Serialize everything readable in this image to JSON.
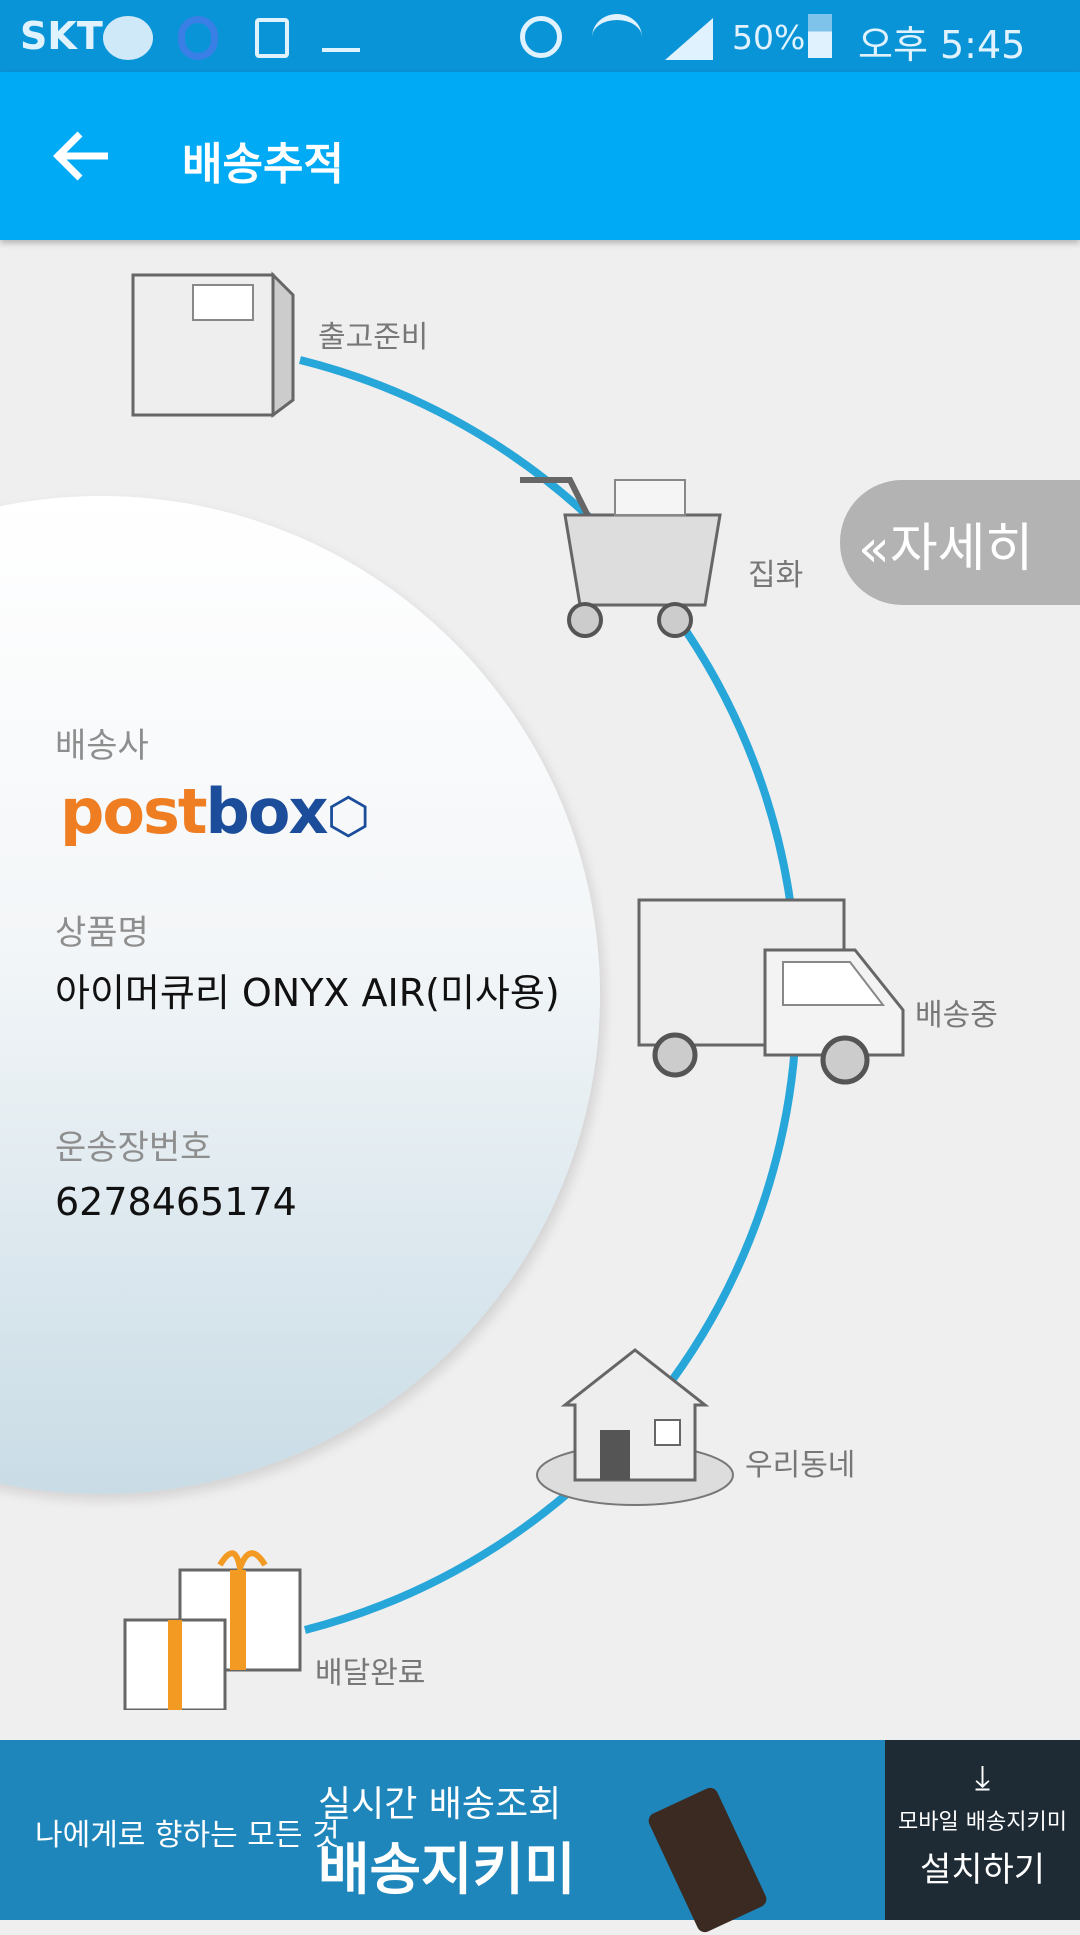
{
  "status_bar": {
    "carrier": "SKT",
    "battery": "50%",
    "time": "오후 5:45",
    "icons": [
      "ok-cashbag-icon",
      "s-app-icon",
      "gallery-icon",
      "home-app-icon",
      "alarm-icon",
      "wifi-icon",
      "signal-icon",
      "battery-icon"
    ]
  },
  "header": {
    "title": "배송추적",
    "back_icon": "arrow-left-icon"
  },
  "info": {
    "carrier_label": "배송사",
    "carrier_logo": "postbox",
    "product_label": "상품명",
    "product_name": "아이머큐리 ONYX AIR(미사용)",
    "tracking_label": "운송장번호",
    "tracking_number": "6278465174"
  },
  "steps": [
    {
      "label": "출고준비"
    },
    {
      "label": "집화"
    },
    {
      "label": "배송중"
    },
    {
      "label": "우리동네"
    },
    {
      "label": "배달완료"
    }
  ],
  "detail_button": {
    "label": "자세히",
    "icon": "double-chevron-left-icon"
  },
  "colors": {
    "accent": "#00aaf4",
    "track": "#27a6d9"
  },
  "banner": {
    "tagline": "나에게로 향하는 모든 것",
    "headline_small": "실시간 배송조회",
    "headline_big": "배송지키미",
    "side_small": "모바일 배송지키미",
    "side_big": "설치하기"
  }
}
